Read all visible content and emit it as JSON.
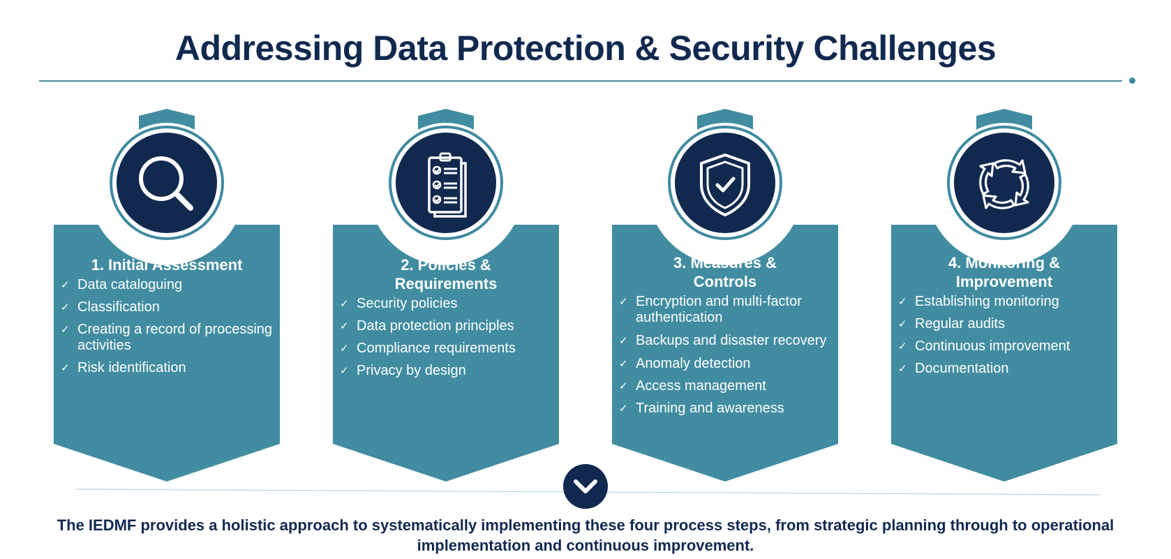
{
  "title": "Addressing Data Protection & Security Challenges",
  "colors": {
    "navy": "#12294f",
    "teal": "#418ca1",
    "teal_ring": "#3f8aa0",
    "rule": "#4b8da0"
  },
  "steps": [
    {
      "heading": "1. Initial Assessment",
      "icon": "magnifier-icon",
      "items": [
        "Data cataloguing",
        "Classification",
        "Creating a record of processing activities",
        "Risk identification"
      ]
    },
    {
      "heading": "2. Policies & Requirements",
      "icon": "checklist-icon",
      "items": [
        "Security policies",
        "Data protection principles",
        "Compliance requirements",
        "Privacy by design"
      ]
    },
    {
      "heading": "3. Measures & Controls",
      "icon": "shield-check-icon",
      "items": [
        "Encryption and multi-factor authentication",
        "Backups and disaster recovery",
        "Anomaly detection",
        "Access management",
        "Training and awareness"
      ]
    },
    {
      "heading": "4. Monitoring & Improvement",
      "icon": "cycle-arrows-icon",
      "items": [
        "Establishing monitoring",
        "Regular audits",
        "Continuous improvement",
        "Documentation"
      ]
    }
  ],
  "footer_text": "The IEDMF provides a holistic approach to systematically implementing these four process steps, from strategic planning through to operational implementation and continuous improvement."
}
